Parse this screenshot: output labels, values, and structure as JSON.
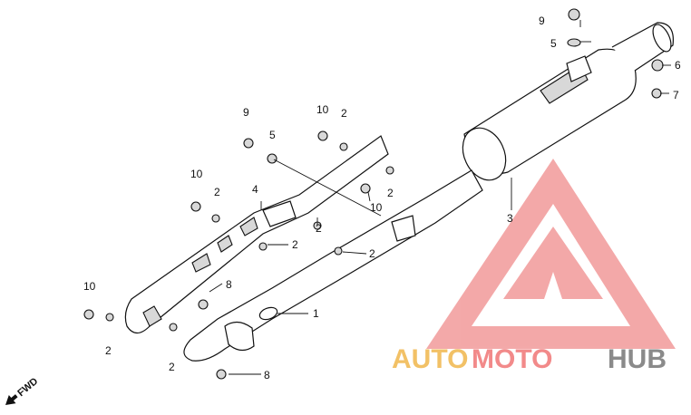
{
  "callouts": {
    "c9_top": "9",
    "c5_top": "5",
    "c6": "6",
    "c7": "7",
    "c3": "3",
    "c9_mid": "9",
    "c5_mid": "5",
    "c10_mid": "10",
    "c2_mid": "2",
    "c10_left": "10",
    "c2_left": "2",
    "c4": "4",
    "c2_a": "2",
    "c2_b": "2",
    "c10_right": "10",
    "c2_right": "2",
    "c2_c": "2",
    "c8_a": "8",
    "c1": "1",
    "c10_low": "10",
    "c2_low": "2",
    "c2_d": "2",
    "c8_b": "8"
  },
  "fwd_label": "FWD",
  "watermark": {
    "part1": "AUTO",
    "part2": "MOTO",
    "part3": "HUB",
    "colors": {
      "auto": "#f2c166",
      "moto": "#f28a8a",
      "hub": "#8a8a8a",
      "triangle": "#f19a9a"
    }
  }
}
